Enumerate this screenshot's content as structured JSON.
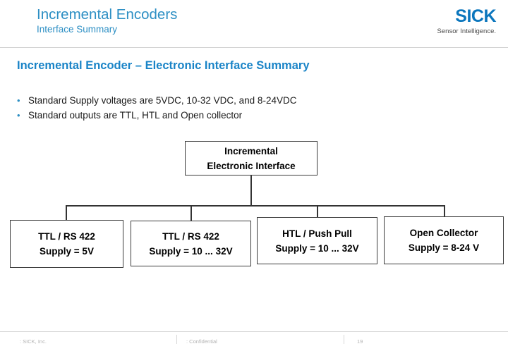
{
  "header": {
    "main_title": "Incremental Encoders",
    "sub_title": "Interface Summary",
    "logo_wordmark": "SICK",
    "logo_tagline": "Sensor Intelligence.",
    "accent_color": "#2d8fc4",
    "logo_color": "#0b76bd"
  },
  "slide": {
    "title": "Incremental Encoder – Electronic Interface Summary",
    "title_color": "#1a84c7",
    "bullets": [
      {
        "mark": "bullet-dot-icon",
        "text": "Standard Supply voltages are 5VDC, 10-32 VDC, and 8-24VDC"
      },
      {
        "mark": "bullet-dot-icon",
        "text": "Standard outputs are TTL, HTL and Open collector"
      }
    ]
  },
  "diagram": {
    "root": {
      "line1": "Incremental",
      "line2": "Electronic Interface"
    },
    "leaves": [
      {
        "line1": "TTL / RS 422",
        "line2": "Supply = 5V"
      },
      {
        "line1": "TTL / RS 422",
        "line2": "Supply = 10 ... 32V"
      },
      {
        "line1": "HTL / Push Pull",
        "line2": "Supply = 10 ... 32V"
      },
      {
        "line1": "Open Collector",
        "line2": "Supply = 8-24 V"
      }
    ],
    "border_color": "#3b3b3b",
    "connector_color": "#333333"
  },
  "footer": {
    "company": ": SICK, Inc.",
    "classification": ": Confidential",
    "page_number": "19"
  }
}
